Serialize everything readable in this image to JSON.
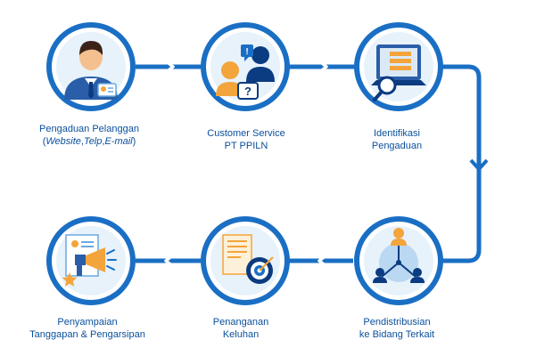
{
  "colors": {
    "flow": "#1a6fc4",
    "ring": "#1a6fc4",
    "text": "#0a4f9c"
  },
  "steps": [
    {
      "id": 1,
      "icon": "customer-complaint-icon",
      "lines": [
        "Pengaduan Pelanggan"
      ],
      "channels": [
        "Website",
        "Telp",
        "E-mail"
      ]
    },
    {
      "id": 2,
      "icon": "customer-service-icon",
      "lines": [
        "Customer Service",
        "PT PPILN"
      ]
    },
    {
      "id": 3,
      "icon": "identification-icon",
      "lines": [
        "Identifikasi",
        "Pengaduan"
      ]
    },
    {
      "id": 4,
      "icon": "response-archive-icon",
      "lines": [
        "Penyampaian",
        "Tanggapan & Pengarsipan"
      ]
    },
    {
      "id": 5,
      "icon": "complaint-handling-icon",
      "lines": [
        "Penanganan",
        "Keluhan"
      ]
    },
    {
      "id": 6,
      "icon": "distribution-icon",
      "lines": [
        "Pendistribusian",
        "ke Bidang Terkait"
      ]
    }
  ]
}
